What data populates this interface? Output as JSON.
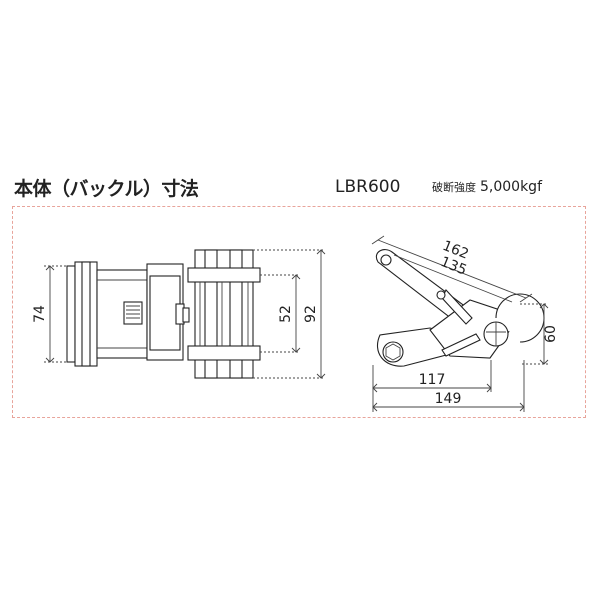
{
  "header": {
    "title": "本体（バックル）寸法",
    "model": "LBR600",
    "strength_label": "破断強度",
    "strength_value": "5,000kgf"
  },
  "front_view": {
    "dim_height_outer": "74",
    "dim_height_inner": "52",
    "dim_height_total": "92"
  },
  "side_view": {
    "dim_length_162": "162",
    "dim_length_135": "135",
    "dim_height_60": "60",
    "dim_width_117": "117",
    "dim_width_149": "149"
  }
}
